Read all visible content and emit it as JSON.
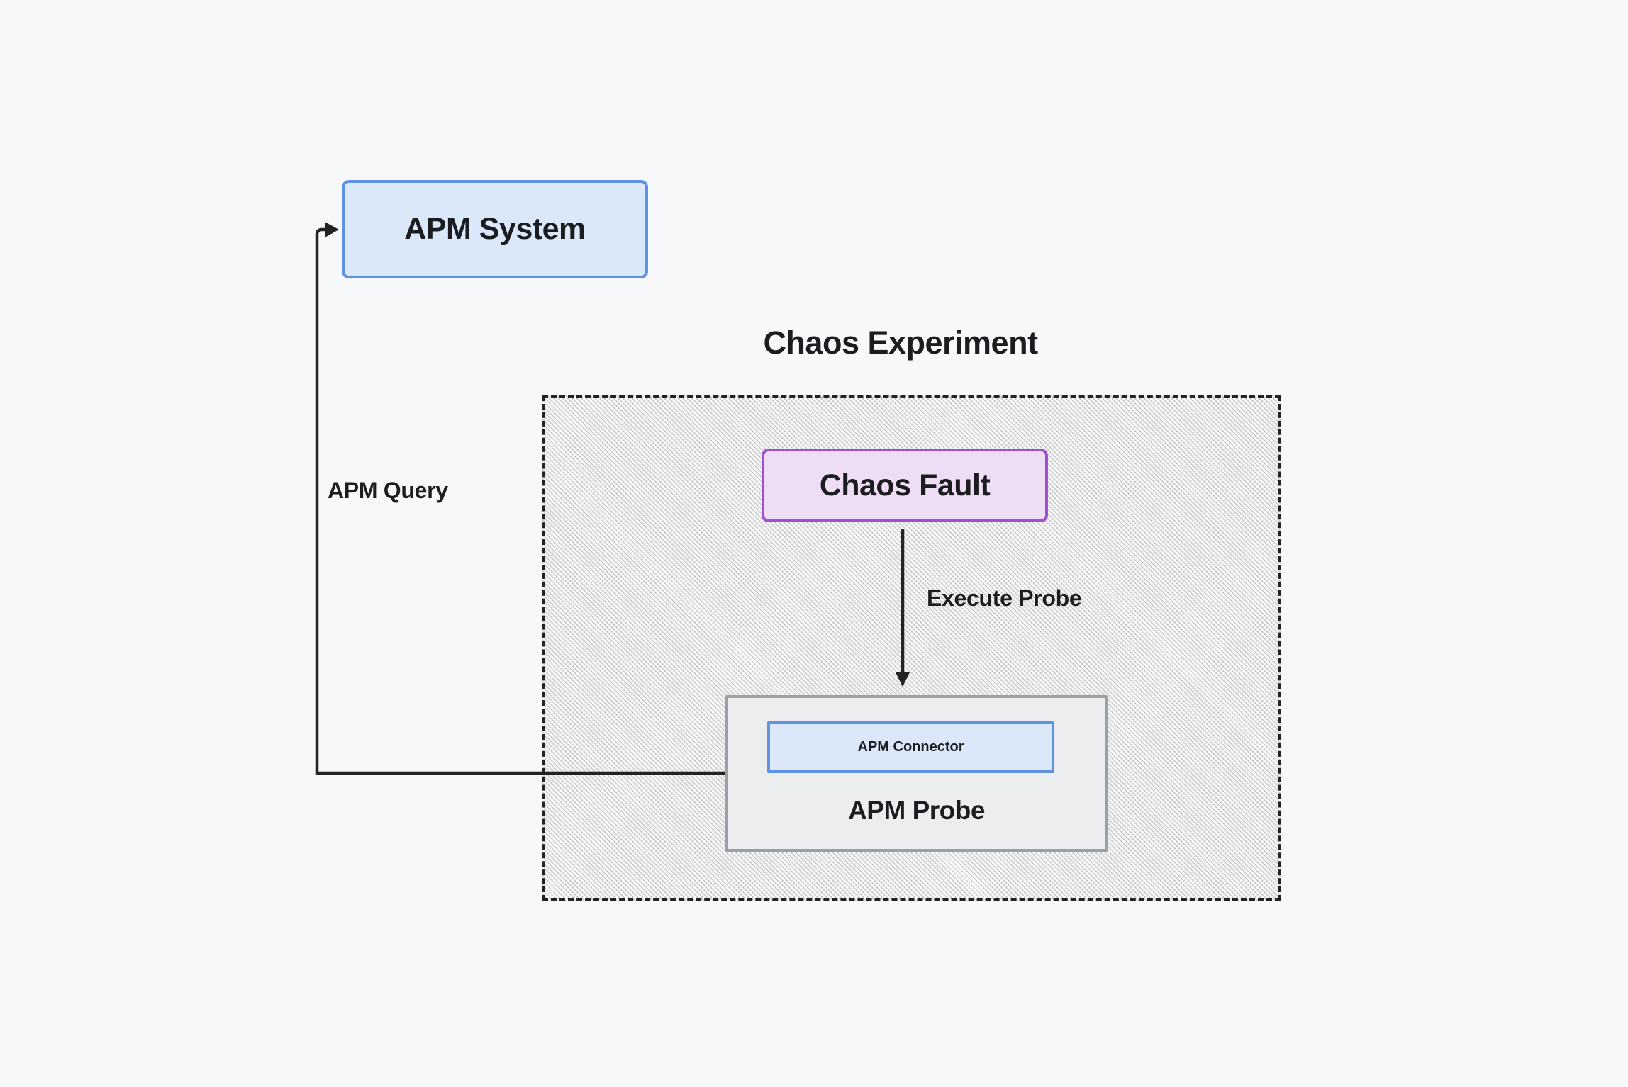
{
  "diagram": {
    "title": "Chaos Experiment",
    "nodes": {
      "apm_system": {
        "label": "APM System"
      },
      "chaos_fault": {
        "label": "Chaos Fault"
      },
      "apm_probe": {
        "label": "APM Probe"
      },
      "apm_connector": {
        "label": "APM Connector"
      }
    },
    "edges": {
      "apm_query": {
        "label": "APM Query",
        "from": "apm_probe",
        "to": "apm_system"
      },
      "execute_probe": {
        "label": "Execute Probe",
        "from": "chaos_fault",
        "to": "apm_probe"
      }
    },
    "colors": {
      "background": "#f6f8fa",
      "blue_node_fill": "#dbe8fa",
      "blue_node_border": "#6092e4",
      "purple_node_fill": "#eeddf5",
      "purple_node_border": "#a04fd0",
      "probe_node_fill": "#ebedef",
      "probe_node_border": "#9aa0a8",
      "subgraph_hatch": "#e9e9e9",
      "subgraph_border": "#212326",
      "connector_line": "#212326",
      "text": "#1b1d20"
    }
  }
}
